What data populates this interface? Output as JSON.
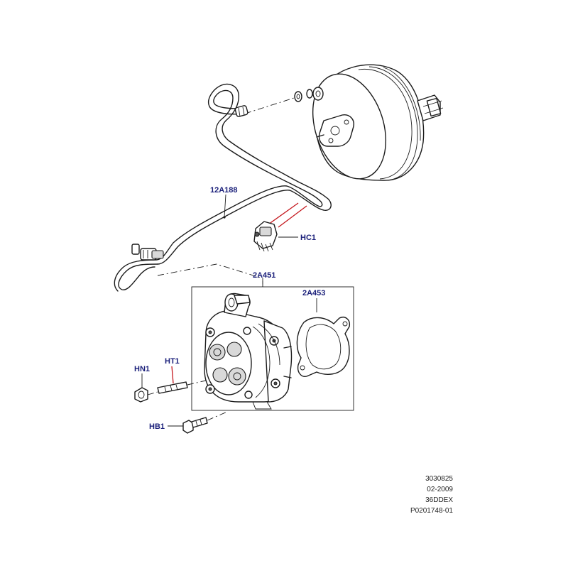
{
  "callouts": {
    "hose": "12A188",
    "valve": "HC1",
    "pump": "2A451",
    "gasket": "2A453",
    "nut": "HN1",
    "stud": "HT1",
    "bolt": "HB1"
  },
  "meta": {
    "line1": "3030825",
    "line2": "02-2009",
    "line3": "36DDEX",
    "line4": "P0201748-01"
  },
  "colors": {
    "callout_text": "#1a1f7a",
    "highlight_leader": "#c4161c",
    "line_art": "#1b1b1b"
  }
}
